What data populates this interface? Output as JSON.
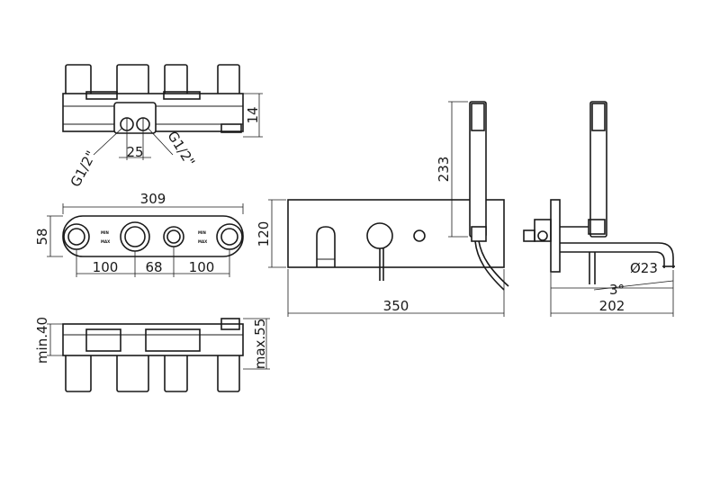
{
  "dimensions": {
    "top_view_depth": "14",
    "connection_spacing": "25",
    "thread_left": "G1/2\"",
    "thread_right": "G1/2\"",
    "body_width": "309",
    "body_height": "58",
    "spacing_left": "100",
    "spacing_center": "68",
    "spacing_right": "100",
    "min_depth": "min.40",
    "max_depth": "max.55",
    "plate_height": "120",
    "plate_width": "350",
    "shower_height": "233",
    "spout_projection": "202",
    "spout_diameter": "Ø23",
    "spout_angle": "3°"
  },
  "marks": {
    "min": "MIN",
    "max": "MAX"
  }
}
